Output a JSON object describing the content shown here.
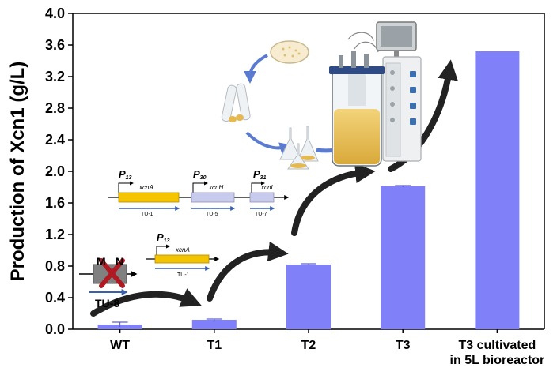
{
  "chart_data": {
    "type": "bar",
    "ylabel": "Production of Xcn1 (g/L)",
    "ylim": [
      0,
      4.0
    ],
    "yticks": [
      "0.0",
      "0.4",
      "0.8",
      "1.2",
      "1.6",
      "2.0",
      "2.4",
      "2.8",
      "3.2",
      "3.6",
      "4.0"
    ],
    "categories": [
      "WT",
      "T1",
      "T2",
      "T3",
      "T3 cultivated\nin 5L bioreactor"
    ],
    "values": [
      0.06,
      0.12,
      0.82,
      1.81,
      3.52
    ],
    "errors": [
      0.03,
      0.01,
      0.01,
      0.01,
      0.0
    ],
    "bar_color": "#8080f8",
    "grid": false
  },
  "diagrams": {
    "tu8": {
      "left_letter": "M",
      "right_letter": "N",
      "label": "TU-8"
    },
    "construct_t1": {
      "promoter_main": "P",
      "promoter_sub": "13",
      "gene": "xcnA",
      "tu": "TU-1"
    },
    "construct_t2": {
      "units": [
        {
          "promoter_main": "P",
          "promoter_sub": "13",
          "gene": "xcnA",
          "tu": "TU-1"
        },
        {
          "promoter_main": "P",
          "promoter_sub": "30",
          "gene": "xcnH",
          "tu": "TU-5"
        },
        {
          "promoter_main": "P",
          "promoter_sub": "31",
          "gene": "xcnL",
          "tu": "TU-7"
        }
      ]
    }
  },
  "colors": {
    "bar": "#8080f8",
    "gene_yellow": "#f5c400",
    "gene_lavender": "#c8cbec",
    "tu_arrow": "#3a5fb0",
    "cycle_arrow": "#5b7bd0",
    "big_arrow": "#222222"
  }
}
